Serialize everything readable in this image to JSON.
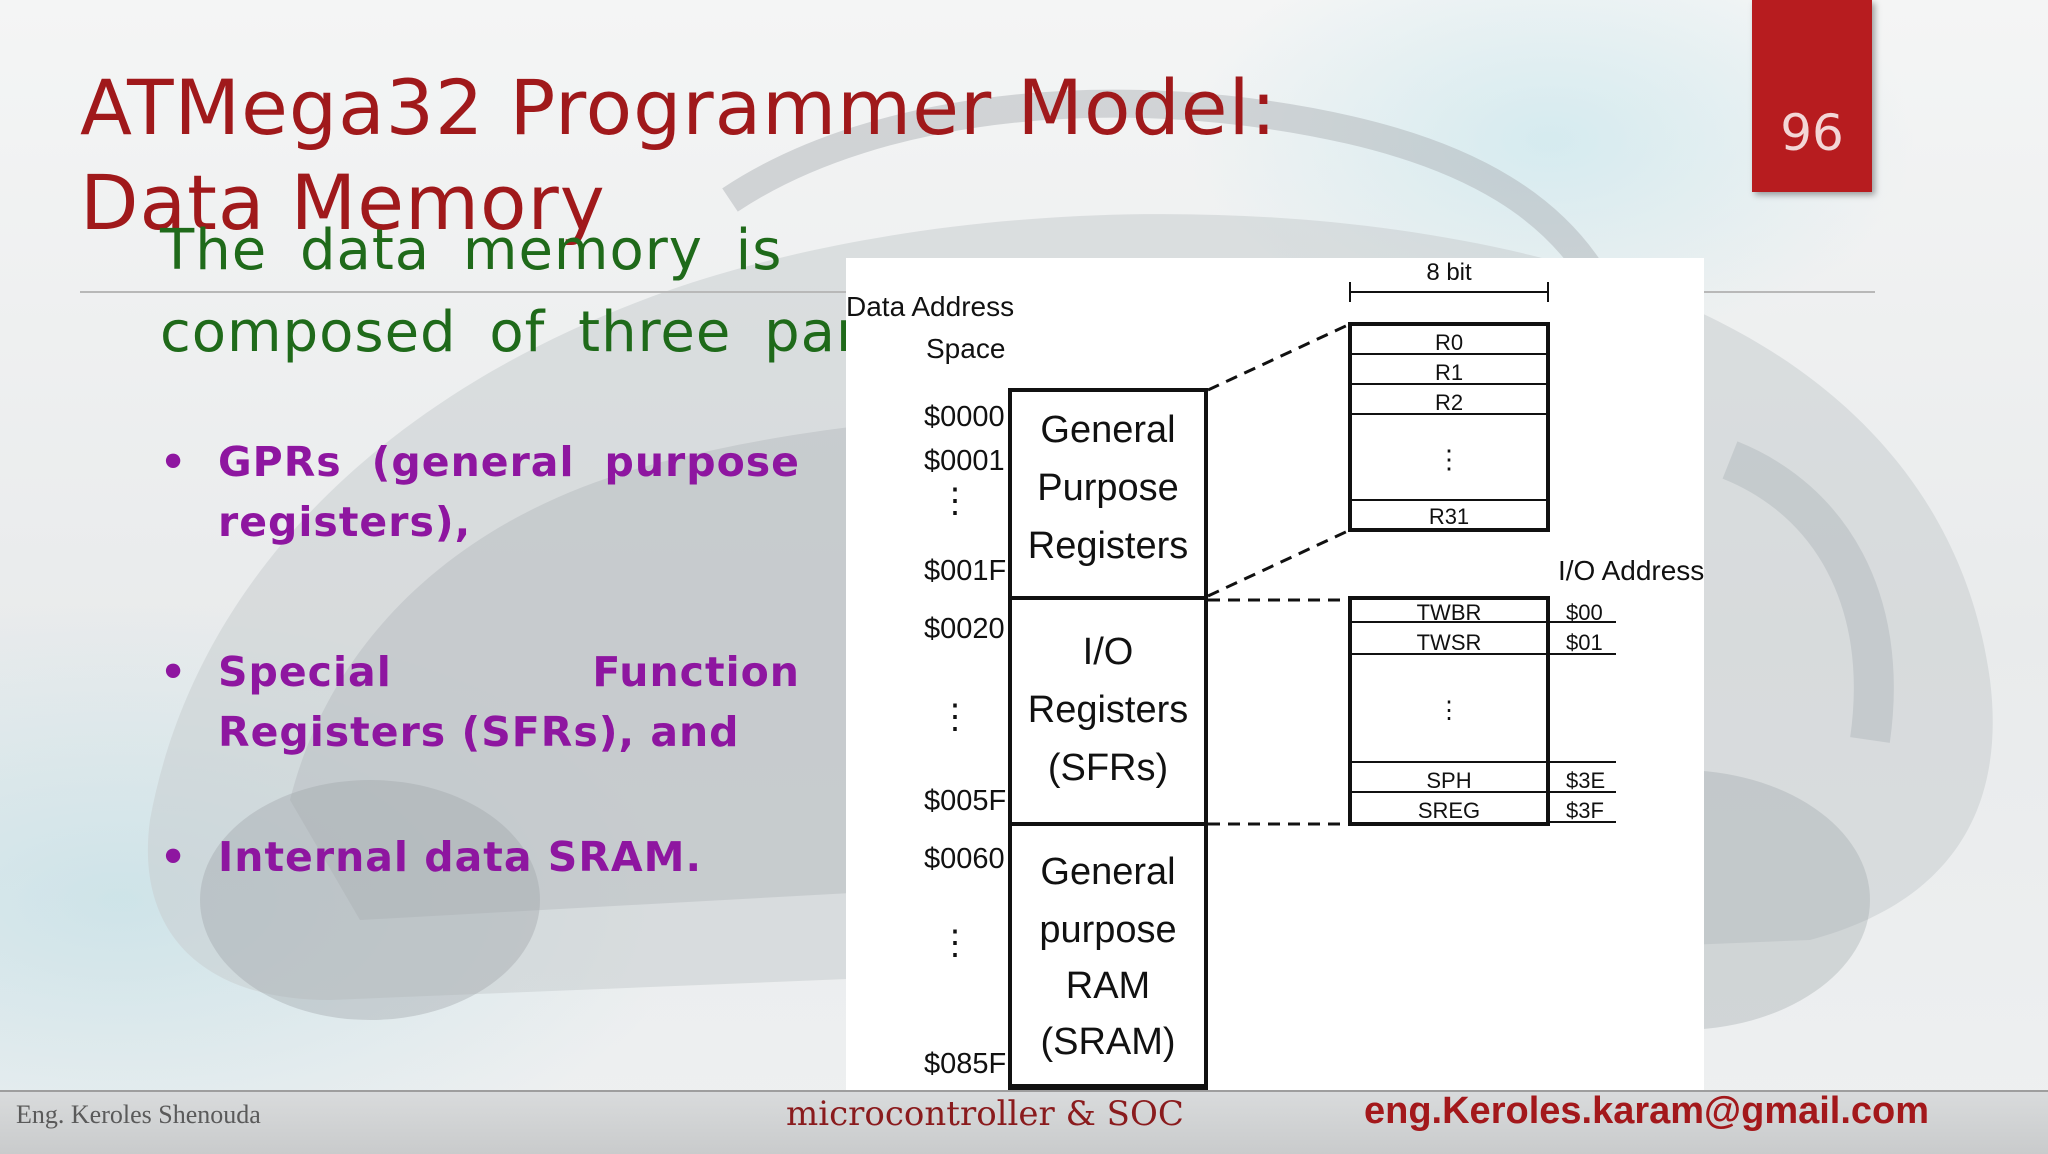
{
  "slide": {
    "title": "ATMega32 Programmer Model: Data Memory",
    "page_number": "96",
    "intro": "The data memory is composed of three parts:",
    "bullets": [
      "GPRs (general purpose registers),",
      "Special Function Registers (SFRs), and",
      "Internal data SRAM."
    ]
  },
  "figure": {
    "address_space_label_1": "Data Address",
    "address_space_label_2": "Space",
    "width_label": "8 bit",
    "io_address_label": "I/O Address",
    "addresses": [
      "$0000",
      "$0001",
      "$001F",
      "$0020",
      "$005F",
      "$0060",
      "$085F"
    ],
    "ellipsis": "⋮",
    "blocks": [
      {
        "lines": [
          "General",
          "Purpose",
          "Registers"
        ]
      },
      {
        "lines": [
          "I/O",
          "Registers",
          "(SFRs)"
        ]
      },
      {
        "lines": [
          "General",
          "purpose",
          "RAM",
          "(SRAM)"
        ]
      }
    ],
    "gpr_rows": [
      "R0",
      "R1",
      "R2",
      "R31"
    ],
    "io_rows": [
      "TWBR",
      "TWSR",
      "SPH",
      "SREG"
    ],
    "io_addresses": [
      "$00",
      "$01",
      "$3E",
      "$3F"
    ]
  },
  "footer": {
    "author": "Eng. Keroles Shenouda",
    "course": "microcontroller & SOC",
    "email": "eng.Keroles.karam@gmail.com"
  },
  "colors": {
    "title": "#a0191b",
    "intro": "#1f6a1a",
    "bullets": "#8e16a0",
    "page_tab": "#b71c1f"
  }
}
